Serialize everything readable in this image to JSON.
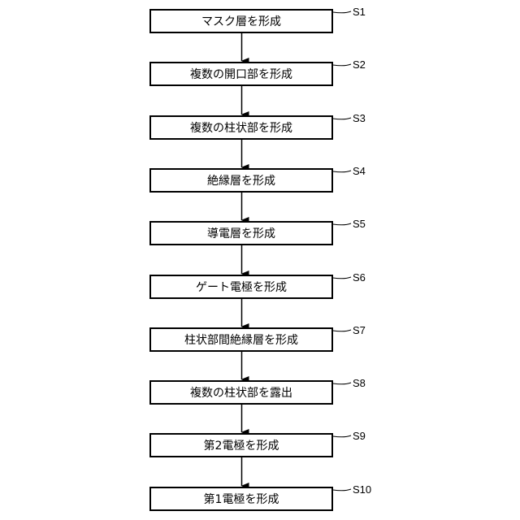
{
  "steps": [
    {
      "id": "S1",
      "label": "マスク層を形成"
    },
    {
      "id": "S2",
      "label": "複数の開口部を形成"
    },
    {
      "id": "S3",
      "label": "複数の柱状部を形成"
    },
    {
      "id": "S4",
      "label": "絶縁層を形成"
    },
    {
      "id": "S5",
      "label": "導電層を形成"
    },
    {
      "id": "S6",
      "label": "ゲート電極を形成"
    },
    {
      "id": "S7",
      "label": "柱状部間絶縁層を形成"
    },
    {
      "id": "S8",
      "label": "複数の柱状部を露出"
    },
    {
      "id": "S9",
      "label": "第2電極を形成"
    },
    {
      "id": "S10",
      "label": "第1電極を形成"
    }
  ]
}
